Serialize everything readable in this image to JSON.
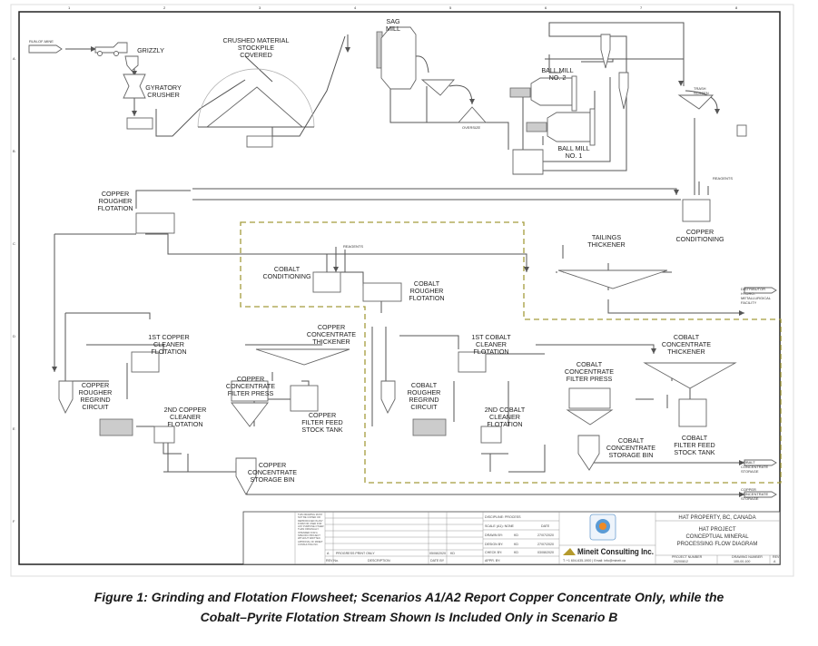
{
  "diagram": {
    "grid_columns": [
      "1",
      "2",
      "3",
      "4",
      "5",
      "6",
      "7",
      "8"
    ],
    "grid_rows": [
      "A",
      "B",
      "C",
      "D",
      "E",
      "F"
    ],
    "labels": {
      "run_of_mine": "RUN-OF-MINE",
      "grizzly": "GRIZZLY",
      "gyratory_crusher": [
        "GYRATORY",
        "CRUSHER"
      ],
      "stockpile": [
        "CRUSHED MATERIAL",
        "STOCKPILE",
        "COVERED"
      ],
      "sag_mill": [
        "SAG",
        "MILL"
      ],
      "oversize": "OVERSIZE",
      "ball_mill_2": [
        "BALL MILL",
        "NO. 2"
      ],
      "ball_mill_1": [
        "BALL MILL",
        "NO. 1"
      ],
      "trash_screen": [
        "TRASH",
        "SCREEN"
      ],
      "reagents_cu": "REAGENTS",
      "copper_rougher_flotation": [
        "COPPER",
        "ROUGHER",
        "FLOTATION"
      ],
      "copper_conditioning": [
        "COPPER",
        "CONDITIONING"
      ],
      "reagents_co": "REAGENTS",
      "tailings_thickener": [
        "TAILINGS",
        "THICKENER"
      ],
      "cobalt_conditioning": [
        "COBALT",
        "CONDITIONING"
      ],
      "cobalt_rougher_flotation": [
        "COBALT",
        "ROUGHER",
        "FLOTATION"
      ],
      "distributor": [
        "DISTRIBUTOR",
        "HYDRO-",
        "METALLURGICAL",
        "FACILITY"
      ],
      "copper_concentrate_thickener": [
        "COPPER",
        "CONCENTRATE",
        "THICKENER"
      ],
      "first_copper_cleaner": [
        "1ST COPPER",
        "CLEANER",
        "FLOTATION"
      ],
      "first_cobalt_cleaner": [
        "1ST COBALT",
        "CLEANER",
        "FLOTATION"
      ],
      "cobalt_concentrate_thickener": [
        "COBALT",
        "CONCENTRATE",
        "THICKENER"
      ],
      "cobalt_filter_press": [
        "COBALT",
        "CONCENTRATE",
        "FILTER PRESS"
      ],
      "copper_filter_press": [
        "COPPER",
        "CONCENTRATE",
        "FILTER PRESS"
      ],
      "copper_regrind": [
        "COPPER",
        "ROUGHER",
        "REGRIND",
        "CIRCUIT"
      ],
      "cobalt_regrind": [
        "COBALT",
        "ROUGHER",
        "REGRIND",
        "CIRCUIT"
      ],
      "second_copper_cleaner": [
        "2ND COPPER",
        "CLEANER",
        "FLOTATION"
      ],
      "second_cobalt_cleaner": [
        "2ND COBALT",
        "CLEANER",
        "FLOTATION"
      ],
      "copper_filter_feed": [
        "COPPER",
        "FILTER FEED",
        "STOCK TANK"
      ],
      "cobalt_storage_bin": [
        "COBALT",
        "CONCENTRATE",
        "STORAGE BIN"
      ],
      "cobalt_filter_feed": [
        "COBALT",
        "FILTER FEED",
        "STOCK TANK"
      ],
      "copper_storage_bin": [
        "COPPER",
        "CONCENTRATE",
        "STORAGE BIN"
      ],
      "cobalt_conc_storage": [
        "COBALT",
        "CONCENTRATE",
        "STORAGE"
      ],
      "copper_conc_storage": [
        "COPPER",
        "CONCENTRATE",
        "STORAGE"
      ]
    },
    "scenario_b_boundary_color": "#a39c3c"
  },
  "title_block": {
    "discipline": "DISCIPLINE: PROCESS",
    "scale": "SCALE (A1): NONE",
    "date_header": "DATE",
    "drawn_by": "DRAWN BY:",
    "drawn_initials": "KD",
    "drawn_date": "27/07/2020",
    "design_by": "DESIGN BY:",
    "design_initials": "KD",
    "design_date": "27/07/2020",
    "check_by": "CHECK BY:",
    "check_initials": "KD",
    "check_date": "03/08/2020",
    "appr_by": "APPR. BY:",
    "revision": "A",
    "revision_desc": "PROGRESS PRINT ONLY",
    "rev_date": "05/08/2020",
    "rev_by": "KD",
    "rev_header": "REV No.",
    "desc_header": "DESCRIPTION",
    "date_by_header": "DATE  BY",
    "notice": "THIS DRAWING MUST NOT BE COPIED OR REPRODUCED IN ANY FORM OR USED FOR ANY PURPOSE OTHER THAN ORIGINALLY INTENDED FOR A SPECIFIC PROJECT WITHOUT WRITTEN APPROVAL OF MINEIT CONSULTING INC.",
    "company": "Mineit Consulting Inc.",
    "contact": "T: +1 604-635-1900 | Email: info@mineit.ca",
    "property": "HAT PROPERTY, BC, CANADA",
    "title_lines": [
      "HAT PROJECT",
      "CONCEPTUAL MINERAL",
      "PROCESSING FLOW DIAGRAM"
    ],
    "project_number_label": "PROJECT NUMBER",
    "project_number": "20200812",
    "drawing_number_label": "DRAWING NUMBER",
    "drawing_number": "100-00-100",
    "rev_label": "REV",
    "rev_value": "A"
  },
  "caption": {
    "line1": "Figure 1:  Grinding and Flotation Flowsheet; Scenarios A1/A2 Report Copper Concentrate Only, while the",
    "line2": "Cobalt–Pyrite Flotation Stream Shown Is Included Only in Scenario B"
  }
}
